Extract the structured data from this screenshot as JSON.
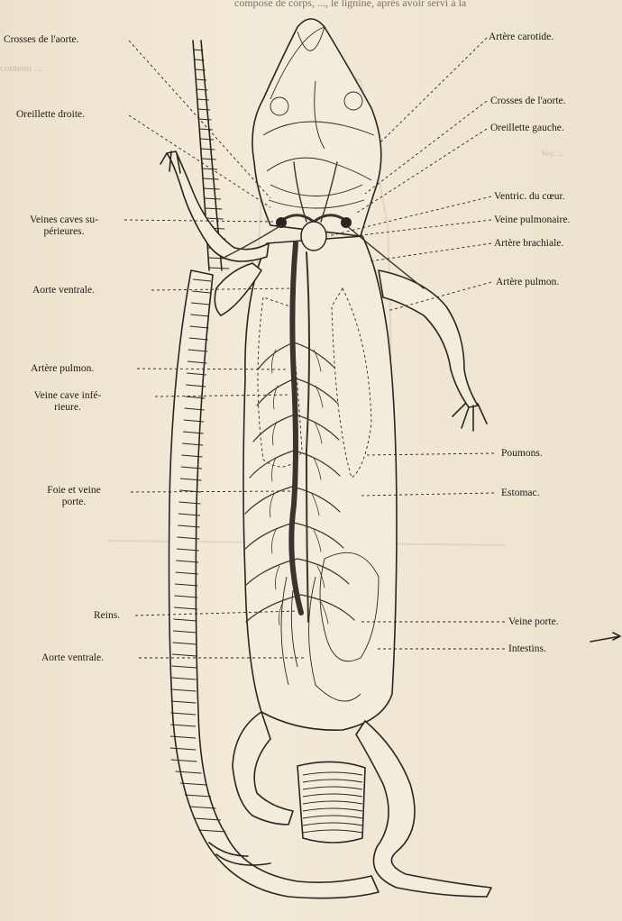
{
  "labels_left": {
    "crosses_aorte_l": "Crosses de l'aorte.",
    "oreillette_droite": "Oreillette droite.",
    "veines_caves_sup_1": "Veines caves su-",
    "veines_caves_sup_2": "périeures.",
    "aorte_ventrale_1": "Aorte ventrale.",
    "artere_pulmon_l": "Artère pulmon.",
    "veine_cave_inf_1": "Veine cave infé-",
    "veine_cave_inf_2": "rieure.",
    "foie_1": "Foie et veine",
    "foie_2": "porte.",
    "reins": "Reins.",
    "aorte_ventrale_2": "Aorte ventrale."
  },
  "labels_right": {
    "artere_carotide": "Artère carotide.",
    "crosses_aorte_r": "Crosses de l'aorte.",
    "oreillette_gauche": "Oreillette gauche.",
    "ventric": "Ventric. du cœur.",
    "veine_pulmonaire": "Veine pulmonaire.",
    "artere_brachiale": "Artère brachiale.",
    "artere_pulmon_r": "Artère pulmon.",
    "poumons": "Poumons.",
    "estomac": "Estomac.",
    "veine_porte": "Veine porte.",
    "intestins": "Intestins."
  }
}
